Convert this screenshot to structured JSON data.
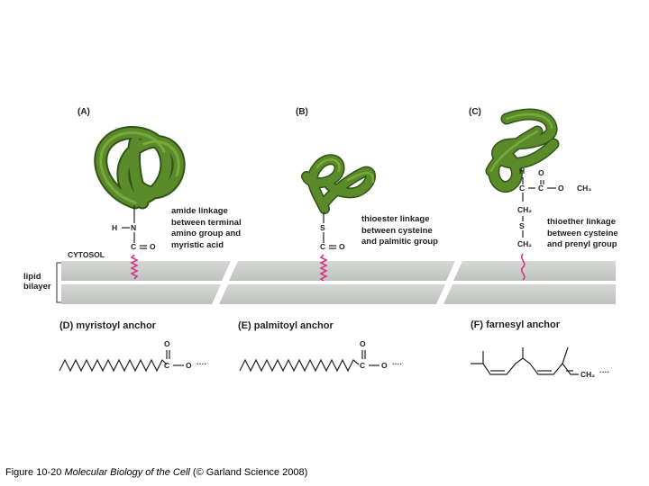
{
  "panels": [
    "(A)",
    "(B)",
    "(C)"
  ],
  "cytosol_label": "CYTOSOL",
  "bilayer_label": [
    "lipid",
    "bilayer"
  ],
  "annotations": {
    "a": [
      "amide linkage",
      "between terminal",
      "amino group and",
      "myristic acid"
    ],
    "b": [
      "thioester linkage",
      "between cysteine",
      "and palmitic group"
    ],
    "c": [
      "thioether linkage",
      "between cysteine",
      "and prenyl group"
    ]
  },
  "chem": {
    "h": "H",
    "n": "N",
    "c": "C",
    "o": "O",
    "s": "S",
    "ch2": "CH₂",
    "ch3": "CH₃",
    "dots": "····"
  },
  "anchors": {
    "d": "(D)  myristoyl anchor",
    "e": "(E)  palmitoyl anchor",
    "f": "(F)  farnesyl anchor"
  },
  "caption": {
    "prefix": "Figure 10-20  ",
    "title": "Molecular Biology of the Cell",
    "suffix": " (© Garland Science 2008)"
  },
  "colors": {
    "protein": "#5a8a2a",
    "protein_dark": "#2f5514",
    "protein_light": "#8fbf4a",
    "membrane": "#c9cbc9",
    "lipid_chain": "#d13a86",
    "ink": "#222222"
  }
}
